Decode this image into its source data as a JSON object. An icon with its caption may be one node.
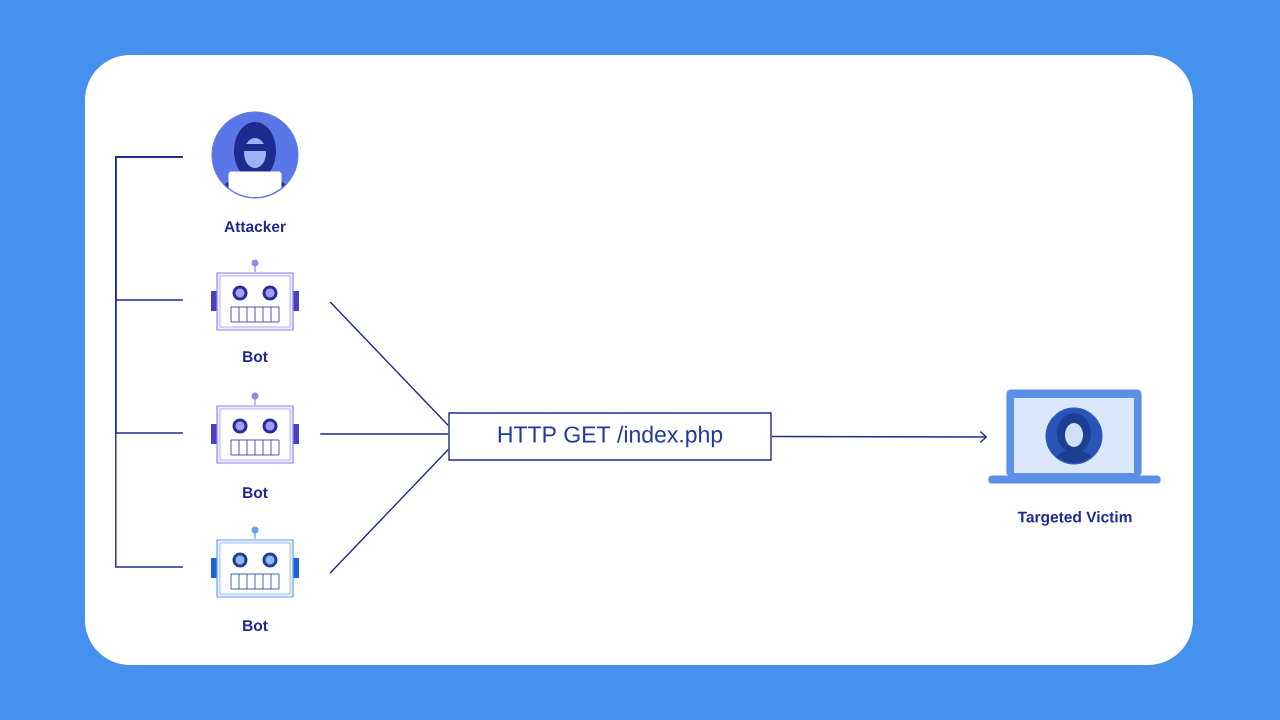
{
  "diagram": {
    "nodes": [
      {
        "text": [
          "Attacker"
        ]
      },
      {
        "text": [
          "Bot"
        ]
      },
      {
        "text": [
          "Bot"
        ]
      },
      {
        "text": [
          "Bot"
        ]
      },
      {
        "text": [
          "HTTP GET /index.php"
        ]
      },
      {
        "text": [
          "Targeted Victim"
        ]
      }
    ],
    "edges": [
      {
        "from": 0,
        "to": 1,
        "arrow": "none"
      },
      {
        "from": 0,
        "to": 2,
        "arrow": "none"
      },
      {
        "from": 0,
        "to": 3,
        "arrow": "none"
      },
      {
        "from": 1,
        "to": 4,
        "arrow": "none"
      },
      {
        "from": 2,
        "to": 4,
        "arrow": "none"
      },
      {
        "from": 3,
        "to": 4,
        "arrow": "none"
      },
      {
        "from": 4,
        "to": 5,
        "arrow": "to"
      }
    ]
  }
}
